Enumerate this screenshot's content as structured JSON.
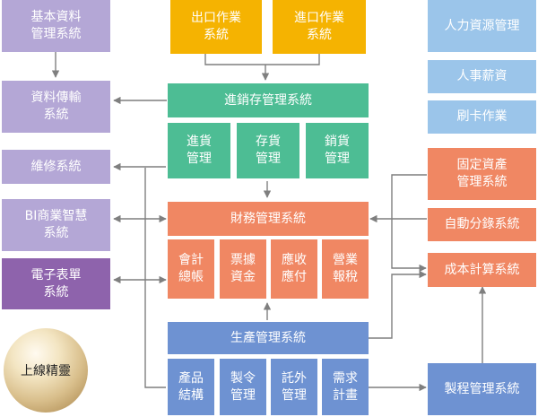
{
  "left": {
    "basic_data": "基本資料\n管理系統",
    "data_transfer": "資料傳輸\n系統",
    "maintenance": "維修系統",
    "bi": "BI商業智慧\n系統",
    "eform": "電子表單\n系統",
    "online_wizard": "上線精靈"
  },
  "top": {
    "export": "出口作業\n系統",
    "import": "進口作業\n系統"
  },
  "inventory": {
    "title": "進銷存管理系統",
    "subs": [
      "進貨\n管理",
      "存貨\n管理",
      "銷貨\n管理"
    ]
  },
  "finance": {
    "title": "財務管理系統",
    "subs": [
      "會計\n總帳",
      "票據\n資金",
      "應收\n應付",
      "營業\n報稅"
    ]
  },
  "production": {
    "title": "生產管理系統",
    "subs": [
      "產品\n結構",
      "製令\n管理",
      "託外\n管理",
      "需求\n計畫"
    ]
  },
  "right": {
    "hr": "人力資源管理",
    "payroll": "人事薪資",
    "punch": "刷卡作業",
    "fixed_assets": "固定資產\n管理系統",
    "auto_journal": "自動分錄系統",
    "cost": "成本計算系統",
    "process": "製程管理系統"
  },
  "colors": {
    "purple": "#b4a7d6",
    "purple_dark": "#8e63ac",
    "orange": "#f5b301",
    "green": "#4dbd94",
    "salmon": "#f08763",
    "blue": "#6e92d2",
    "light_blue": "#9bc5ea",
    "connector": "#7f7f7f"
  }
}
